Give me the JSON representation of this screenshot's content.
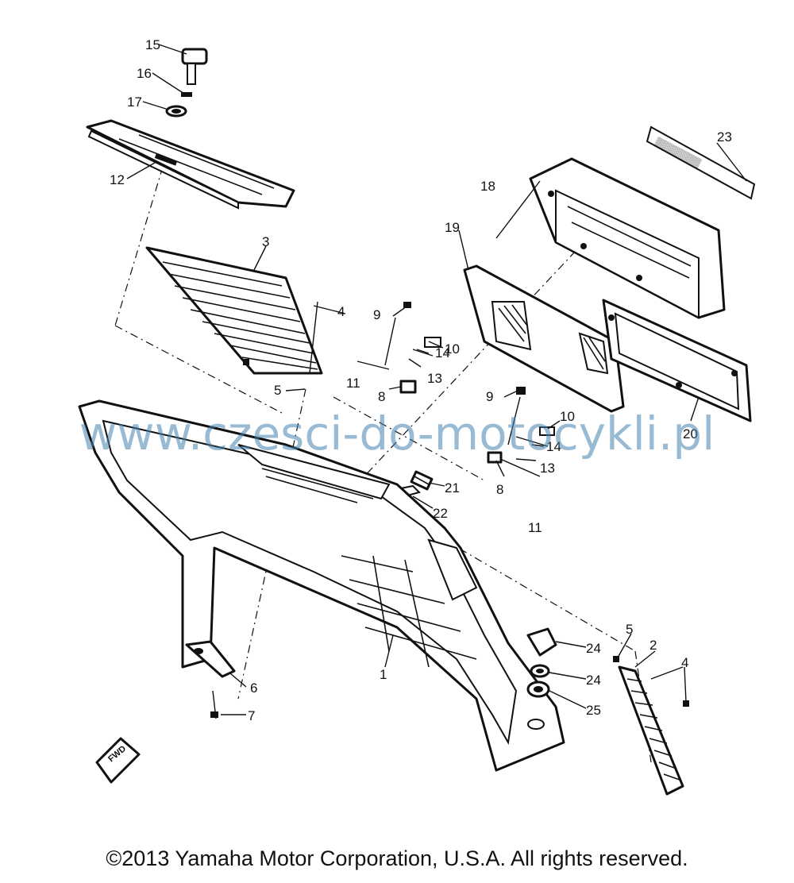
{
  "diagram": {
    "callouts": {
      "c1": "1",
      "c2": "2",
      "c3": "3",
      "c4": "4",
      "c4b": "4",
      "c5": "5",
      "c5b": "5",
      "c6": "6",
      "c7": "7",
      "c8": "8",
      "c8b": "8",
      "c9": "9",
      "c9b": "9",
      "c10": "10",
      "c10b": "10",
      "c11": "11",
      "c11b": "11",
      "c12": "12",
      "c13": "13",
      "c13b": "13",
      "c14": "14",
      "c14b": "14",
      "c15": "15",
      "c16": "16",
      "c17": "17",
      "c18": "18",
      "c19": "19",
      "c20": "20",
      "c21": "21",
      "c22": "22",
      "c23": "23",
      "c24": "24",
      "c24b": "24",
      "c25": "25"
    }
  },
  "watermark": "www.czesci-do-motocykli.pl",
  "copyright": "©2013 Yamaha Motor Corporation, U.S.A. All rights reserved."
}
